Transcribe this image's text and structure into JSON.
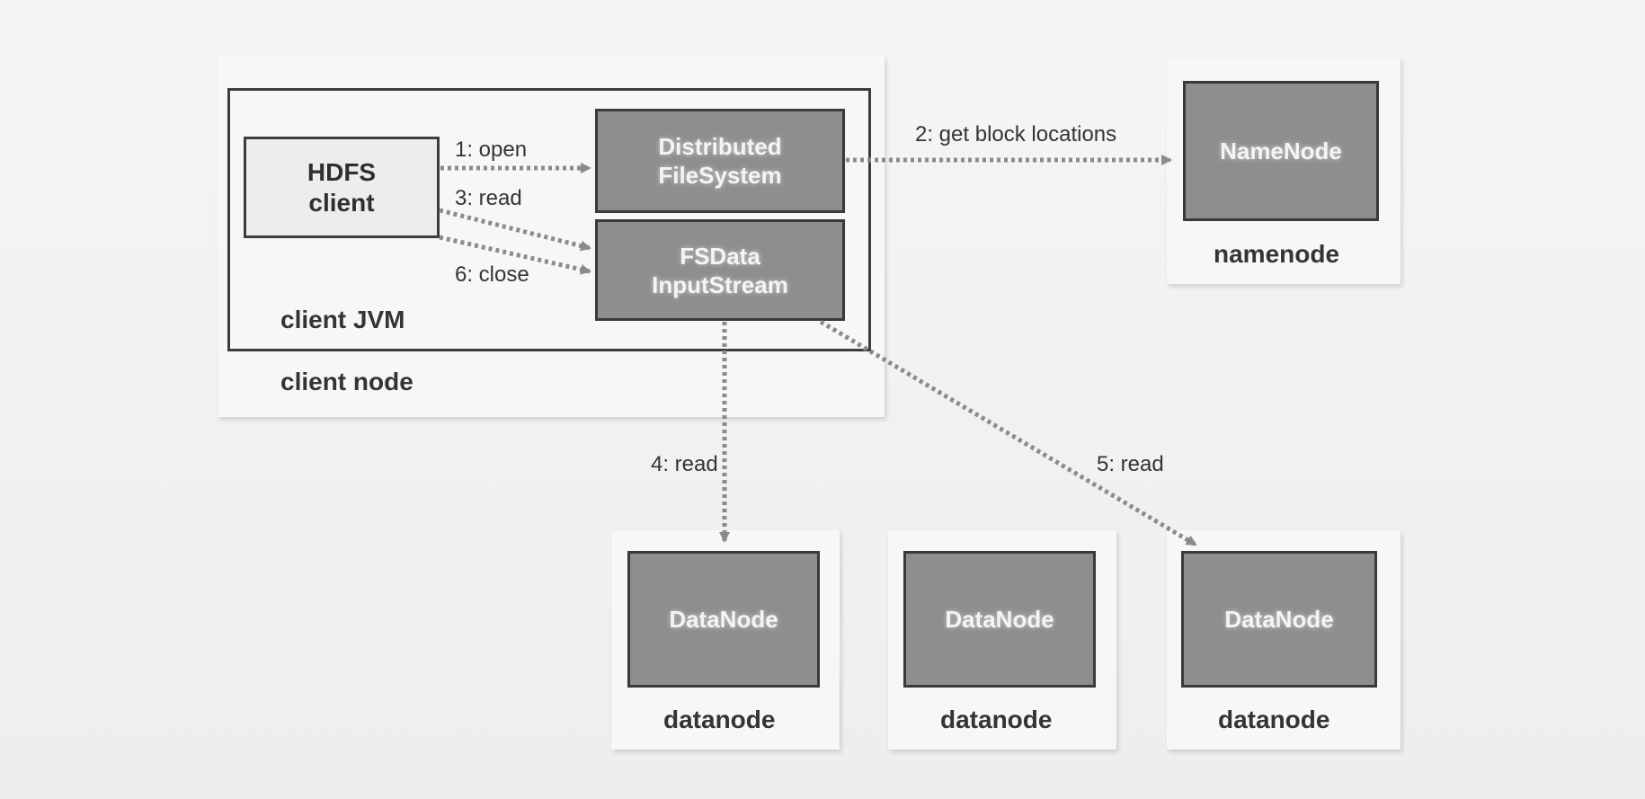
{
  "nodes": {
    "client_node": {
      "label": "client node"
    },
    "client_jvm": {
      "label": "client JVM"
    },
    "hdfs_client": {
      "line1": "HDFS",
      "line2": "client"
    },
    "distributed_fs": {
      "line1": "Distributed",
      "line2": "FileSystem"
    },
    "fsdata_input": {
      "line1": "FSData",
      "line2": "InputStream"
    },
    "namenode_box": {
      "label": "NameNode"
    },
    "namenode_host": {
      "label": "namenode"
    },
    "datanodes": [
      {
        "box": "DataNode",
        "host": "datanode"
      },
      {
        "box": "DataNode",
        "host": "datanode"
      },
      {
        "box": "DataNode",
        "host": "datanode"
      }
    ]
  },
  "edges": {
    "open": "1: open",
    "get_block_locations": "2: get block locations",
    "read3": "3: read",
    "read4": "4: read",
    "read5": "5: read",
    "close": "6: close"
  },
  "colors": {
    "frame": "#3d3d3d",
    "dark_box_fill": "#8e8e8e",
    "light_box_fill": "#ededeb",
    "arrow": "#8b8b8b",
    "text": "#343434"
  }
}
